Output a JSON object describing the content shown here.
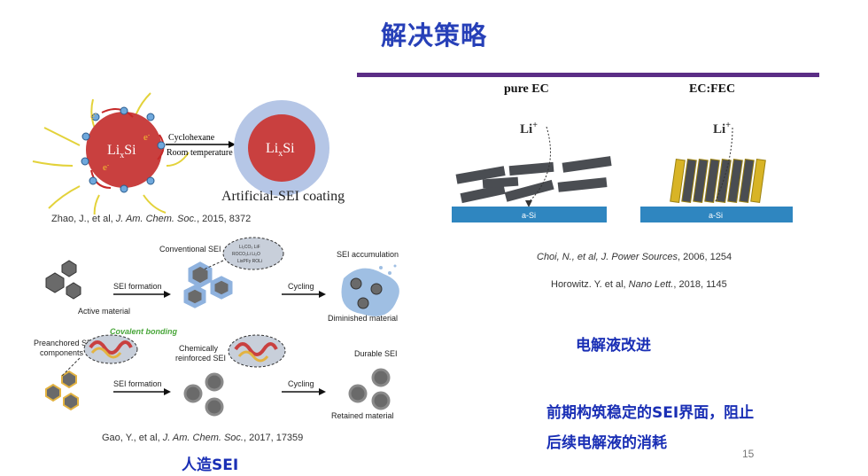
{
  "slide": {
    "title": "解决策略",
    "page_number": "15"
  },
  "fig_zhao": {
    "label_core": "LixSi",
    "label_e": "e",
    "arrow_top": "Cyclohexane",
    "arrow_bottom": "Room temperature",
    "coating_label": "Artificial-SEI coating",
    "caption": {
      "authors": "Zhao, J., et al, ",
      "journal": "J. Am. Chem. Soc.",
      "rest": ", 2015, 8372"
    }
  },
  "fig_gao": {
    "conventional_sei": "Conventional SEI",
    "sei_formation": "SEI formation",
    "cycling": "Cycling",
    "sei_accumulation": "SEI accumulation",
    "active_material": "Active material",
    "diminished_material": "Diminished material",
    "covalent_bonding": "Covalent bonding",
    "preanchored_1": "Preanchored SEI",
    "preanchored_2": "components",
    "chem_reinforced_1": "Chemically",
    "chem_reinforced_2": "reinforced SEI",
    "durable_sei": "Durable SEI",
    "retained_material": "Retained material",
    "caption": {
      "authors": "Gao, Y., et al, ",
      "journal": "J. Am. Chem. Soc.",
      "rest": ", 2017, 17359"
    },
    "tag": "人造SEI"
  },
  "fig_choi": {
    "left_title": "pure EC",
    "right_title": "EC:FEC",
    "li_ion": "Li+",
    "substrate": "a-Si",
    "caption1": {
      "authors": "Choi, N., et al, ",
      "journal": "J. Power Sources",
      "rest": ", 2006, 1254"
    },
    "caption2": {
      "authors": "Horowitz. Y. et al, ",
      "journal": "Nano Lett.",
      "rest": ", 2018, 1145"
    }
  },
  "notes": {
    "electrolyte": "电解液改进",
    "stable_1": "前期构筑稳定的SEI界面，阻止",
    "stable_2": "后续电解液的消耗"
  },
  "colors": {
    "title_blue": "#2740b8",
    "text_blue": "#1a2fb5",
    "rule_purple": "#5b2d86",
    "core_red": "#c9403f",
    "coating_blue": "#b5c6e6",
    "substrate_blue": "#2f86c0",
    "plate_gray": "#4a4d52",
    "plate_gold": "#d8b426",
    "covalent_green": "#49a63a"
  }
}
